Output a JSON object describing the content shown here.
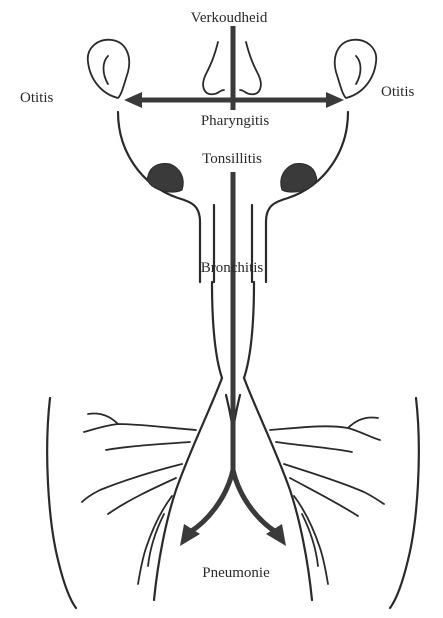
{
  "labels": {
    "top": "Verkoudheid",
    "left_ear": "Otitis",
    "right_ear": "Otitis",
    "pharynx": "Pharyngitis",
    "tonsils": "Tonsillitis",
    "bronchi": "Bronchitis",
    "lungs": "Pneumonie"
  },
  "colors": {
    "ink": "#2a2a2a",
    "arrow": "#3a3a3a",
    "background": "#ffffff"
  }
}
